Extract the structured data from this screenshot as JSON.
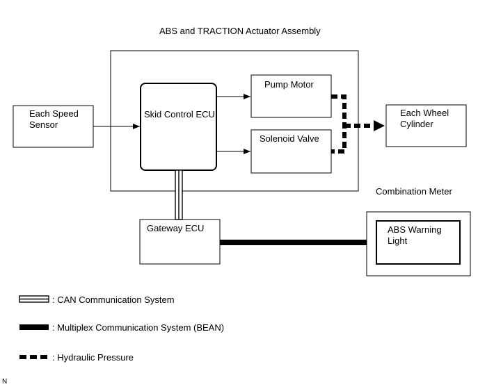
{
  "assembly_label": "ABS and TRACTION Actuator Assembly",
  "combination_meter_label": "Combination Meter",
  "blocks": {
    "each_speed_sensor": "Each Speed\nSensor",
    "skid_control_ecu": "Skid Control ECU",
    "pump_motor": "Pump Motor",
    "solenoid_valve": "Solenoid Valve",
    "each_wheel_cylinder": "Each Wheel\nCylinder",
    "gateway_ecu": "Gateway ECU",
    "abs_warning_light": "ABS Warning\nLight"
  },
  "legend": {
    "can": ": CAN Communication System",
    "bean": ": Multiplex Communication System (BEAN)",
    "hydraulic": ": Hydraulic Pressure"
  },
  "figure_code": "N",
  "colors": {
    "line": "#000000",
    "background": "#ffffff"
  }
}
